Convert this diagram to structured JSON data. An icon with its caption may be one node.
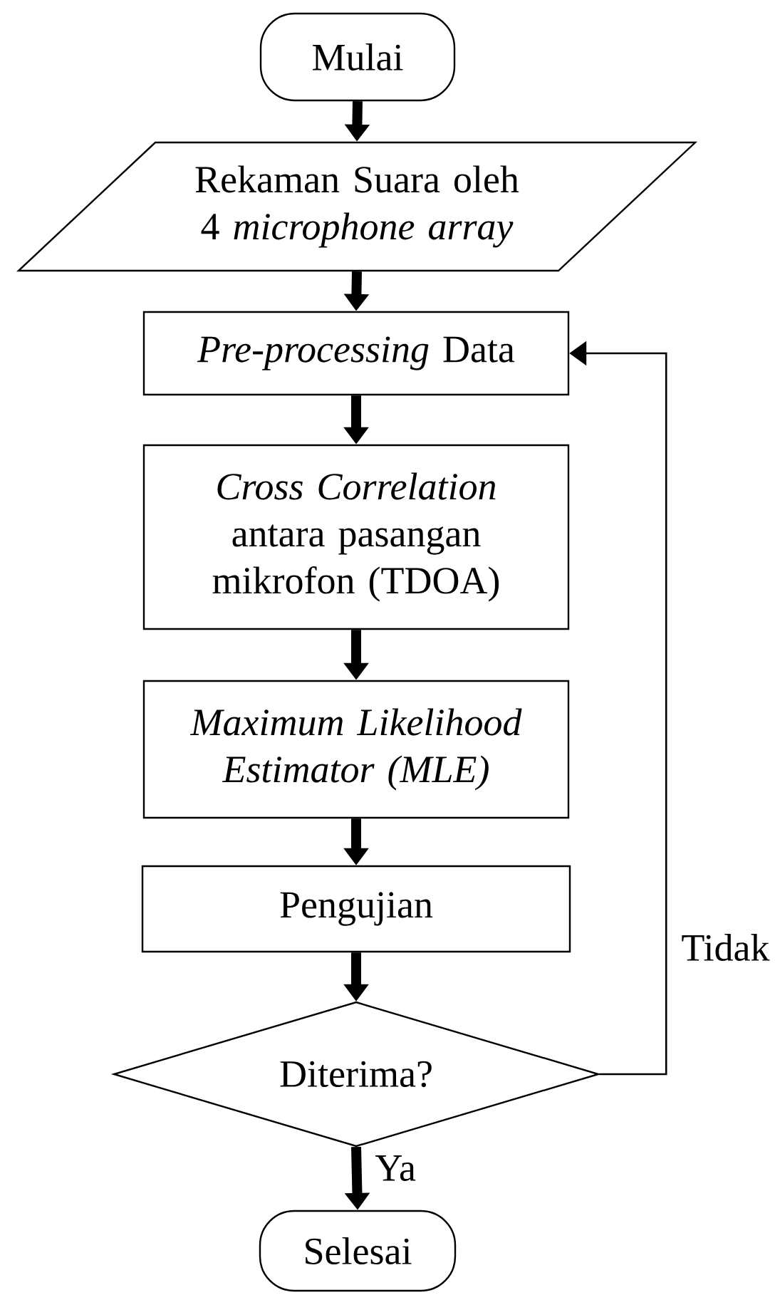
{
  "diagram": {
    "nodes": [
      {
        "text": [
          "Mulai"
        ]
      },
      {
        "text": [
          "Rekaman Suara oleh 4 *microphone array*"
        ]
      },
      {
        "text": [
          "*Pre-processing* Data"
        ]
      },
      {
        "text": [
          "*Cross Correlation* antara pasangan mikrofon (TDOA)"
        ]
      },
      {
        "text": [
          "Maximum Likelihood Estimator (MLE)"
        ]
      },
      {
        "text": [
          "Pengujian"
        ]
      },
      {
        "text": [
          "Diterima?"
        ]
      },
      {
        "text": [
          "Selesai"
        ]
      }
    ],
    "edges": [
      {
        "from": 0,
        "to": 1,
        "arrow": "to"
      },
      {
        "from": 1,
        "to": 2,
        "arrow": "to"
      },
      {
        "from": 2,
        "to": 3,
        "arrow": "to"
      },
      {
        "from": 3,
        "to": 4,
        "arrow": "to"
      },
      {
        "from": 4,
        "to": 5,
        "arrow": "to"
      },
      {
        "from": 5,
        "to": 6,
        "arrow": "to"
      },
      {
        "from": 6,
        "to": 7,
        "arrow": "to",
        "label": "Ya"
      },
      {
        "from": 6,
        "to": 2,
        "arrow": "to",
        "label": "Tidak"
      }
    ]
  }
}
